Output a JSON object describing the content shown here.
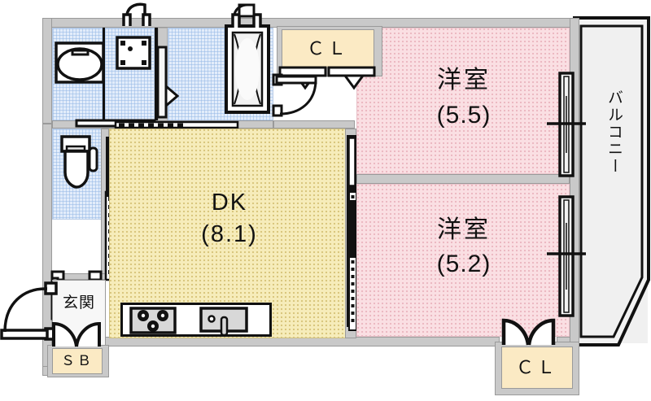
{
  "plan": {
    "type": "apartment-floor-plan",
    "rooms": [
      {
        "id": "bedroom-upper",
        "label_main": "洋室",
        "label_size": "(5.5)",
        "fill": "#fadfe3"
      },
      {
        "id": "bedroom-lower",
        "label_main": "洋室",
        "label_size": "(5.2)",
        "fill": "#fadfe3"
      },
      {
        "id": "dining-kitchen",
        "label_main": "DK",
        "label_size": "(8.1)",
        "fill": "#f6ecba"
      }
    ],
    "closets": [
      {
        "id": "closet-top",
        "label": "ＣＬ"
      },
      {
        "id": "closet-bottom",
        "label": "ＣＬ"
      }
    ],
    "entry": {
      "genkan_label": "玄関",
      "shoebox_label": "ＳＢ"
    },
    "balcony": {
      "label": "バルコニー"
    },
    "fixtures": [
      {
        "id": "bathtub",
        "name": "bathtub-icon"
      },
      {
        "id": "washing-machine",
        "name": "washing-machine-icon"
      },
      {
        "id": "vanity-sink",
        "name": "vanity-mirror-icon"
      },
      {
        "id": "toilet",
        "name": "toilet-icon"
      },
      {
        "id": "stove",
        "name": "three-burner-stove-icon"
      },
      {
        "id": "kitchen-sink",
        "name": "kitchen-sink-icon"
      }
    ],
    "colors": {
      "dk_fill": "#f6ecba",
      "room_fill": "#fadfe3",
      "wet_fill": "#e2ecfa",
      "closet_fill": "#fbeac4",
      "wall": "#c9c9c9",
      "line": "#111111",
      "balcony_fill": "#f0f0f0"
    }
  }
}
